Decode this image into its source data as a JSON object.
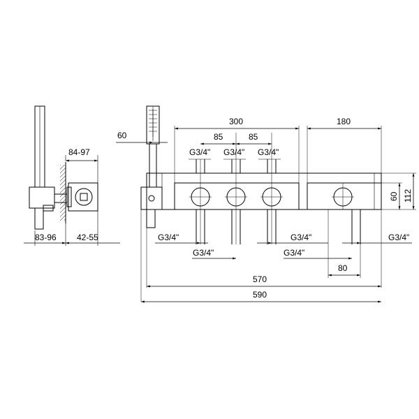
{
  "side_view": {
    "dim_top": "84-97",
    "dim_bottom_left": "83-96",
    "dim_bottom_right": "42-55"
  },
  "front_view": {
    "dim_hand_shower": "60",
    "dim_valves_span": "300",
    "dim_thermostat_span": "180",
    "dim_spacing_1": "85",
    "dim_spacing_2": "85",
    "dim_height_60": "60",
    "dim_height_112": "112",
    "dim_80": "80",
    "dim_570": "570",
    "dim_590": "590",
    "thread_top_1": "G3/4\"",
    "thread_top_2": "G3/4\"",
    "thread_top_3": "G3/4\"",
    "thread_bottom_1": "G3/4\"",
    "thread_bottom_2": "G3/4\"",
    "thread_bottom_3": "G3/4\"",
    "thread_bottom_4": "G3/4\"",
    "thread_bottom_5": "G3/4\""
  }
}
